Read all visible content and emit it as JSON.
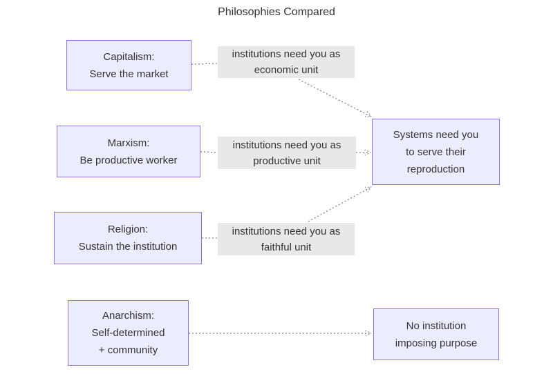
{
  "title": "Philosophies Compared",
  "nodes": {
    "capitalism": {
      "label": "Capitalism:\nServe the market"
    },
    "marxism": {
      "label": "Marxism:\nBe productive worker"
    },
    "religion": {
      "label": "Religion:\nSustain the institution"
    },
    "anarchism": {
      "label": "Anarchism:\nSelf-determined\n+ community"
    },
    "systems": {
      "label": "Systems need you\nto serve their\nreproduction"
    },
    "no_institution": {
      "label": "No institution\nimposing purpose"
    }
  },
  "edge_labels": {
    "economic": "institutions need you as\neconomic unit",
    "productive": "institutions need you as\nproductive unit",
    "faithful": "institutions need you as\nfaithful unit"
  },
  "colors": {
    "node_fill": "#ECECFF",
    "node_border": "#9370DB",
    "edge_label_bg": "#E8E8E8",
    "text": "#333333",
    "edge_line": "#848484",
    "arrowhead": "#222222"
  }
}
